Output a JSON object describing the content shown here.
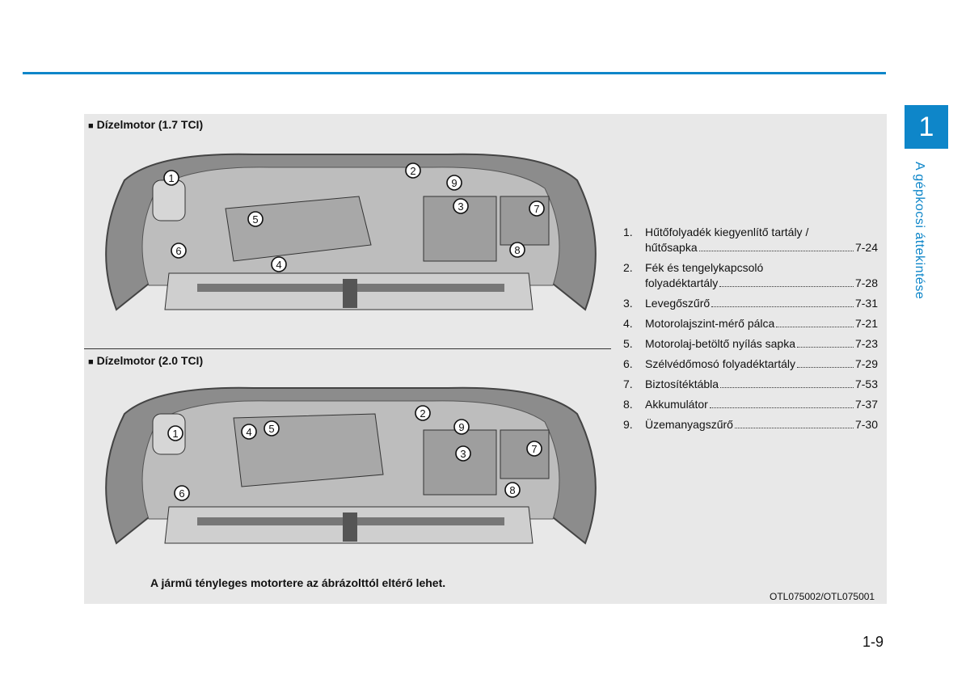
{
  "chapter": {
    "number": "1",
    "title": "A gépkocsi áttekintése"
  },
  "figure": {
    "top_label": "Dízelmotor (1.7 TCI)",
    "bottom_label": "Dízelmotor (2.0 TCI)",
    "note": "A jármű tényleges motortere az ábrázolttól eltérő lehet.",
    "code": "OTL075002/OTL075001",
    "callouts": [
      "1",
      "2",
      "3",
      "4",
      "5",
      "6",
      "7",
      "8",
      "9"
    ]
  },
  "legend": [
    {
      "num": "1.",
      "line1": "Hűtőfolyadék kiegyenlítő tartály /",
      "line2": "hűtősapka",
      "page": "7-24"
    },
    {
      "num": "2.",
      "line1": "Fék és tengelykapcsoló",
      "line2": "folyadéktartály",
      "page": "7-28"
    },
    {
      "num": "3.",
      "line1": "",
      "line2": "Levegőszűrő",
      "page": "7-31"
    },
    {
      "num": "4.",
      "line1": "",
      "line2": "Motorolajszint-mérő pálca",
      "page": "7-21"
    },
    {
      "num": "5.",
      "line1": "",
      "line2": "Motorolaj-betöltő nyílás sapka",
      "page": "7-23"
    },
    {
      "num": "6.",
      "line1": "",
      "line2": "Szélvédőmosó folyadéktartály",
      "page": "7-29"
    },
    {
      "num": "7.",
      "line1": "",
      "line2": "Biztosítéktábla",
      "page": "7-53"
    },
    {
      "num": "8.",
      "line1": "",
      "line2": "Akkumulátor",
      "page": "7-37"
    },
    {
      "num": "9.",
      "line1": "",
      "line2": "Üzemanyagszűrő",
      "page": "7-30"
    }
  ],
  "page_number": "1-9"
}
